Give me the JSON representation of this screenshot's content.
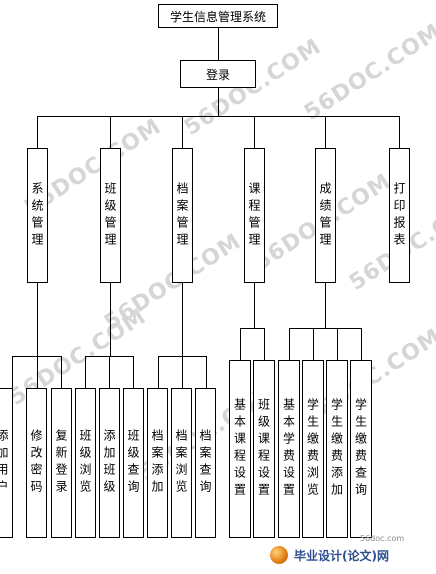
{
  "root": {
    "label": "学生信息管理系统"
  },
  "login": {
    "label": "登录"
  },
  "modules": [
    {
      "label": "系统管理",
      "children": [
        "添加用户",
        "修改密码",
        "复新登录"
      ]
    },
    {
      "label": "班级管理",
      "children": [
        "班级浏览",
        "添加班级",
        "班级查询"
      ]
    },
    {
      "label": "档案管理",
      "children": [
        "档案添加",
        "档案浏览",
        "档案查询"
      ]
    },
    {
      "label": "课程管理",
      "children": [
        "基本课程设置",
        "班级课程设置"
      ]
    },
    {
      "label": "成绩管理",
      "children": [
        "基本学费设置",
        "学生缴费浏览",
        "学生缴费添加",
        "学生缴费查询"
      ]
    },
    {
      "label": "打印报表",
      "children": []
    }
  ],
  "watermark": "56DOC.COM",
  "brand": {
    "site": "56doc.com",
    "text": "毕业设计(论文)网"
  }
}
